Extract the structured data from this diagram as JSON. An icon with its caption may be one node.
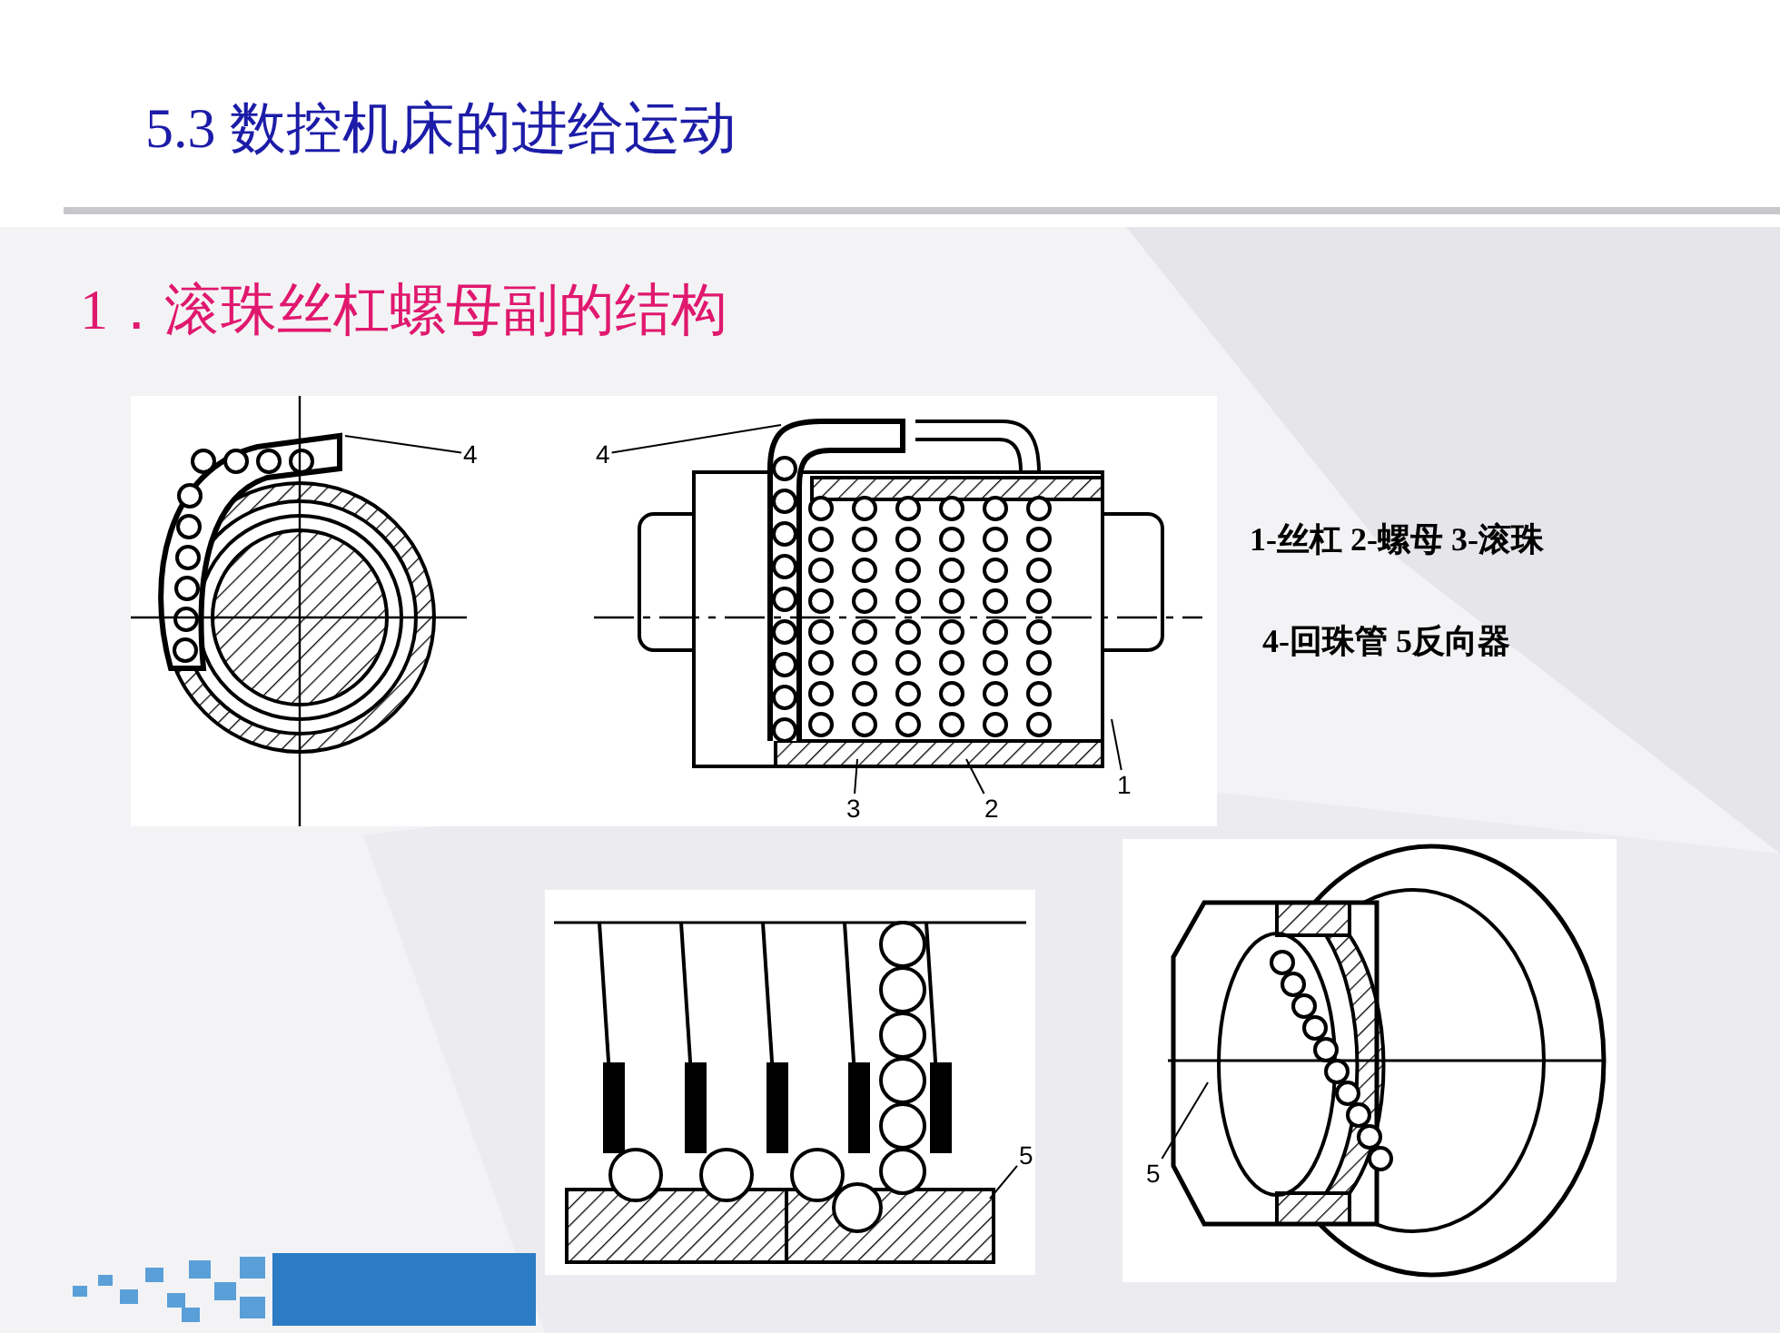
{
  "diagram": {
    "title": "5.3 数控机床的进给运动",
    "nodes": [
      {
        "text": [
          "4"
        ]
      },
      {
        "text": [
          "4"
        ]
      },
      {
        "text": [
          "3"
        ]
      },
      {
        "text": [
          "2"
        ]
      },
      {
        "text": [
          "1"
        ]
      },
      {
        "text": [
          "5"
        ]
      },
      {
        "text": [
          "5"
        ]
      }
    ],
    "edges": [
      {
        "from": 0,
        "to": null,
        "arrow": "none"
      },
      {
        "from": 1,
        "to": null,
        "arrow": "none"
      },
      {
        "from": 2,
        "to": null,
        "arrow": "none"
      },
      {
        "from": 3,
        "to": null,
        "arrow": "none"
      },
      {
        "from": 4,
        "to": null,
        "arrow": "none"
      },
      {
        "from": 5,
        "to": null,
        "arrow": "none"
      },
      {
        "from": 6,
        "to": null,
        "arrow": "none"
      }
    ],
    "labels": [
      "1．滚珠丝杠螺母副的结构",
      "1-丝杠 2-螺母 3-滚珠",
      "4-回珠管 5反向器"
    ]
  }
}
